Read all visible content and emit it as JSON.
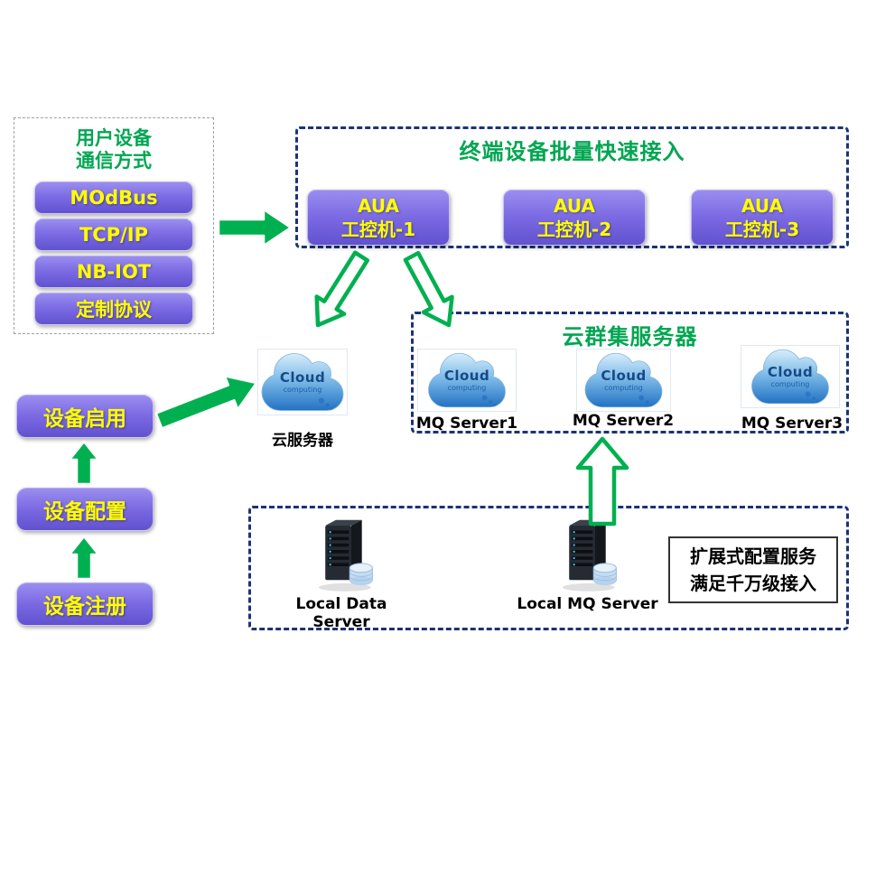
{
  "colors": {
    "title_green": "#00a651",
    "arrow_green": "#00b050",
    "node_purple": "#7a69e2",
    "node_text_yellow": "#ffff00",
    "panel_border_navy": "#1b3376"
  },
  "comm_panel": {
    "title_line1": "用户设备",
    "title_line2": "通信方式",
    "items": [
      {
        "label": "MOdBus"
      },
      {
        "label": "TCP/IP"
      },
      {
        "label": "NB-IOT"
      },
      {
        "label": "定制协议"
      }
    ]
  },
  "terminal_panel": {
    "title": "终端设备批量快速接入",
    "nodes": [
      {
        "line1": "AUA",
        "line2": "工控机-1"
      },
      {
        "line1": "AUA",
        "line2": "工控机-2"
      },
      {
        "line1": "AUA",
        "line2": "工控机-3"
      }
    ]
  },
  "cloud_icon": {
    "title": "Cloud",
    "subtitle": "computing"
  },
  "cloud_server": {
    "label": "云服务器"
  },
  "cluster_panel": {
    "title": "云群集服务器",
    "nodes": [
      {
        "label": "MQ Server1"
      },
      {
        "label": "MQ Server2"
      },
      {
        "label": "MQ Server3"
      }
    ]
  },
  "device_flow": {
    "items": [
      {
        "label": "设备启用"
      },
      {
        "label": "设备配置"
      },
      {
        "label": "设备注册"
      }
    ]
  },
  "local_panel": {
    "servers": [
      {
        "label": "Local Data Server"
      },
      {
        "label": "Local MQ Server"
      }
    ],
    "note": {
      "line1": "扩展式配置服务",
      "line2": "满足千万级接入"
    }
  }
}
